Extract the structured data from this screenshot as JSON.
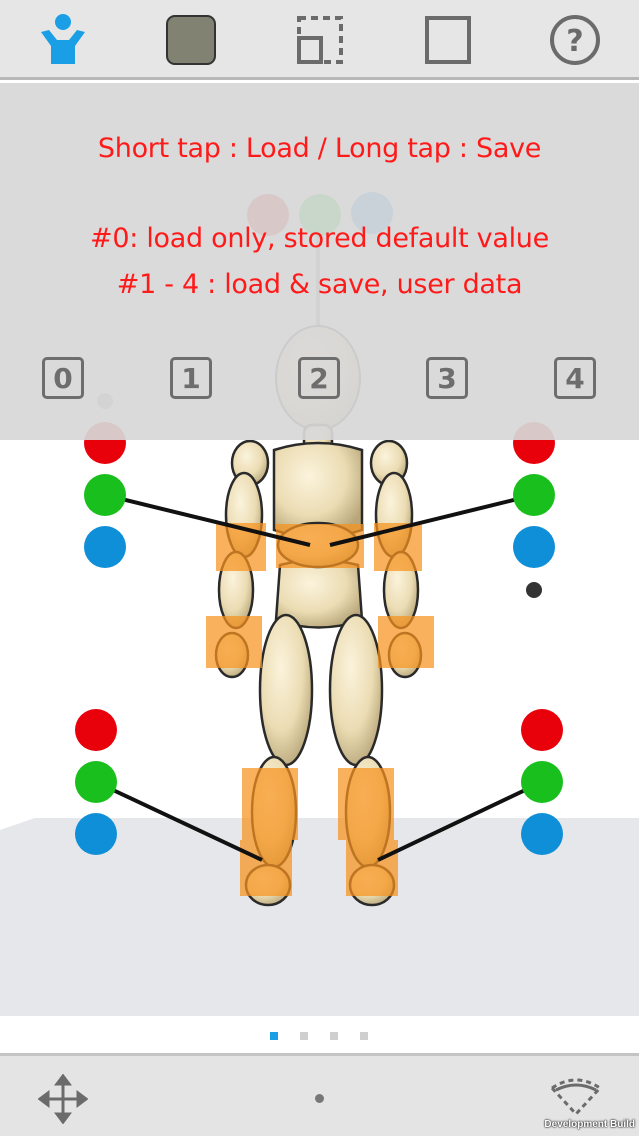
{
  "toolbar": {
    "buttons": [
      {
        "name": "figure-mode-icon",
        "active": true
      },
      {
        "name": "gray-square-icon"
      },
      {
        "name": "crop-select-icon"
      },
      {
        "name": "frame-icon"
      },
      {
        "name": "help-icon"
      }
    ],
    "help_symbol": "?",
    "accent_color": "#1a9fe6"
  },
  "overlay": {
    "line1": "Short tap : Load / Long tap : Save",
    "line2": "#0: load only, stored default value",
    "line3": "#1 - 4 : load & save, user data",
    "slots": [
      "0",
      "1",
      "2",
      "3",
      "4"
    ],
    "text_color": "#ff1a1a"
  },
  "controls": {
    "colors": {
      "red": "#e8000b",
      "green": "#19c01d",
      "blue": "#0f8fd8",
      "highlight": "#f7931e"
    }
  },
  "pager": {
    "pages": 4,
    "current": 1
  },
  "bottom": {
    "dev_label": "Development Build"
  }
}
